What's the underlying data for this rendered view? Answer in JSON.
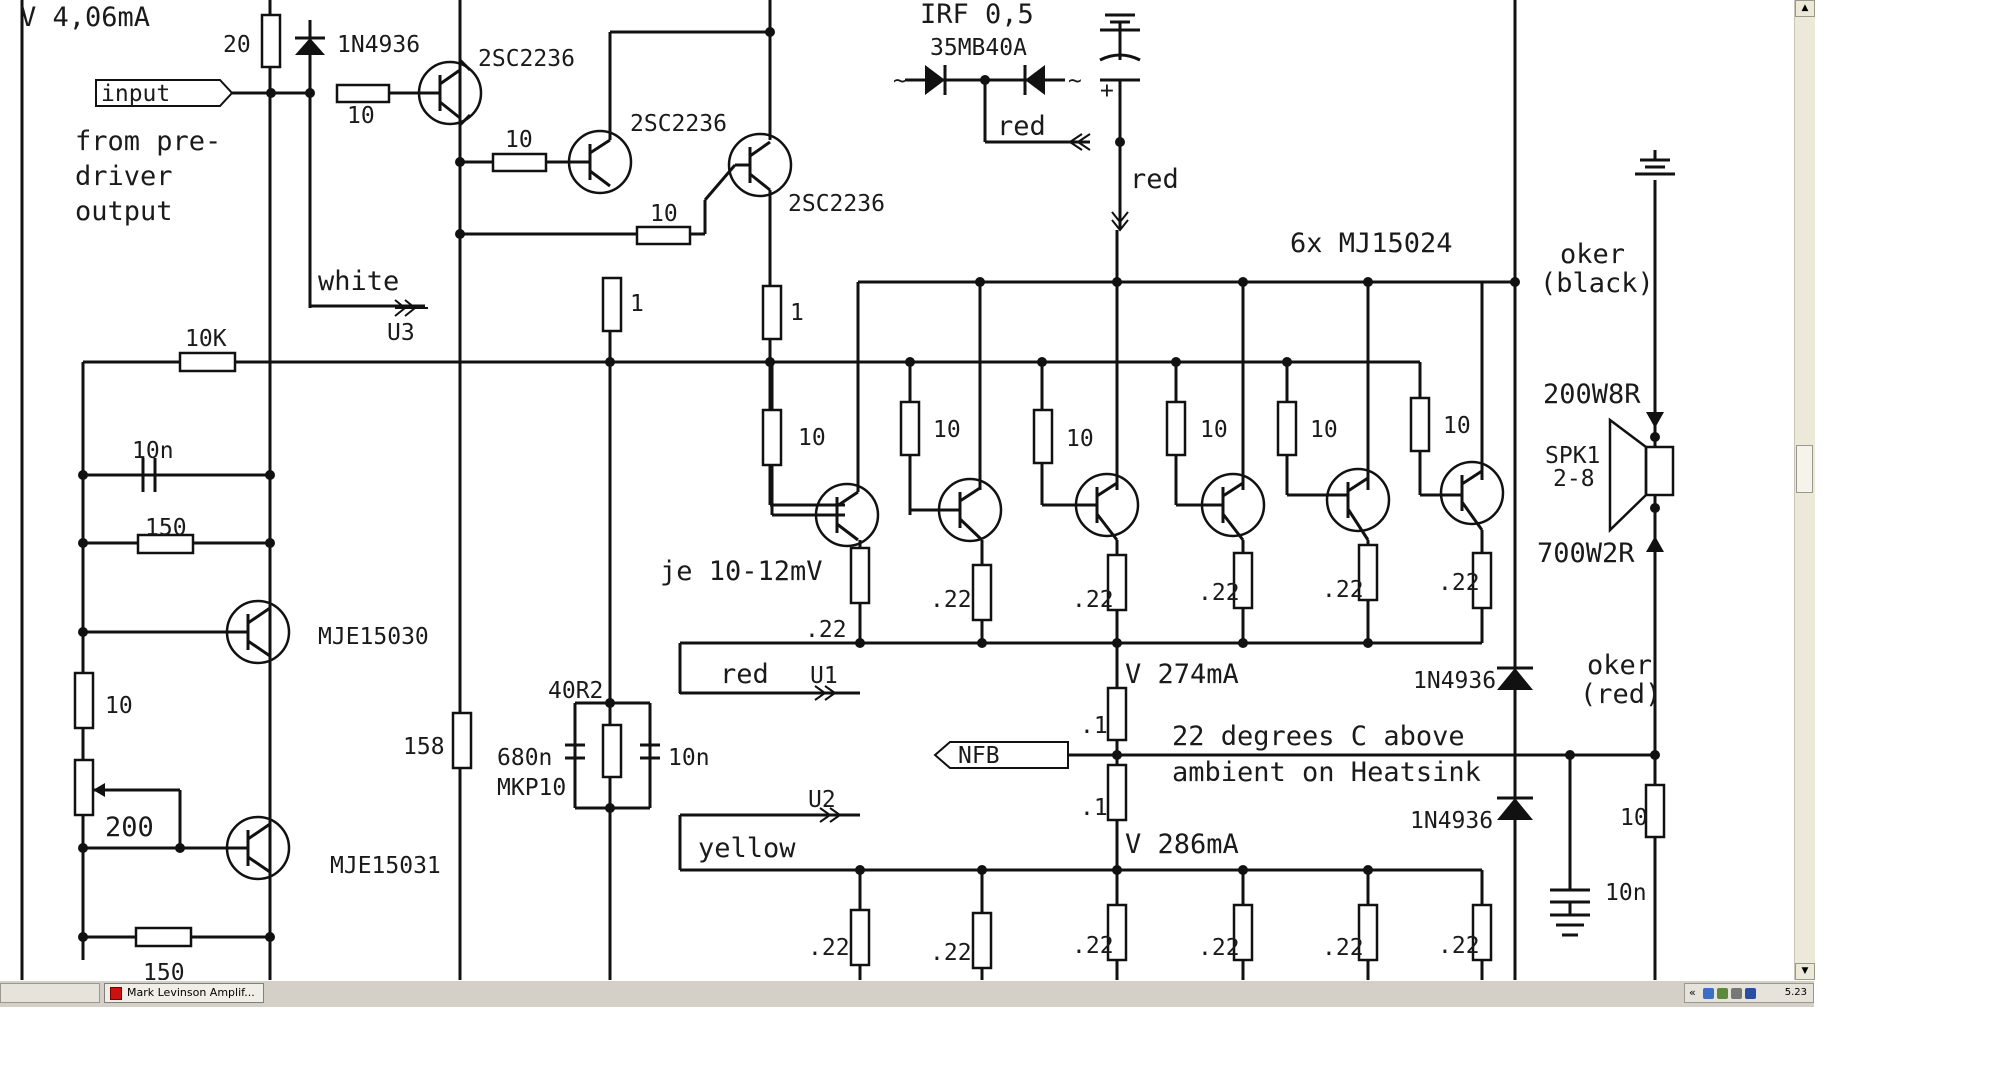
{
  "schematic": {
    "labels": {
      "top_current": "V 4,06mA",
      "r_20": "20",
      "d_1n4936_top": "1N4936",
      "input_port": "input",
      "r_10_input": "10",
      "from_line1": "from pre-",
      "from_line2": "driver",
      "from_line3": "output",
      "q1": "2SC2236",
      "q2": "2SC2236",
      "q3": "2SC2236",
      "r_10_q2": "10",
      "r_10_q3": "10",
      "white_wire": "white",
      "u3": "U3",
      "r_1_a": "1",
      "r_1_b": "1",
      "r_10k": "10K",
      "irf": "IRF 0,5",
      "bridge": "35MB40A",
      "ac_left": "~",
      "ac_right": "~",
      "cap_plus": "+",
      "red_top": "red",
      "red_mid": "red",
      "mj_count": "6x MJ15024",
      "oker_black_1": "oker",
      "oker_black_2": "(black)",
      "spk_res_top": "200W8R",
      "spk_name_1": "SPK1",
      "spk_name_2": "2-8",
      "spk_res_bot": "700W2R",
      "base_r_1": "10",
      "base_r_2": "10",
      "base_r_3": "10",
      "base_r_4": "10",
      "base_r_5": "10",
      "base_r_6": "10",
      "je_note": "je 10-12mV",
      "emit_r_1": ".22",
      "emit_r_2": ".22",
      "emit_r_3": ".22",
      "emit_r_4": ".22",
      "emit_r_5": ".22",
      "emit_r_6": ".22",
      "cap_10n_left": "10n",
      "r_150_a": "150",
      "mje15030": "MJE15030",
      "r_10_left": "10",
      "pot_200": "200",
      "mje15031": "MJE15031",
      "r_150_b": "150",
      "r_158": "158",
      "r_40r2": "40R2",
      "cap_680n_1": "680n",
      "cap_680n_2": "MKP10",
      "cap_10n_mid": "10n",
      "red_u1": "red",
      "u1": "U1",
      "cur_274": "V 274mA",
      "r_01_a": ".1",
      "r_01_b": ".1",
      "nfb": "NFB",
      "heatsink_1": "22 degrees C above",
      "heatsink_2": "ambient on Heatsink",
      "d_1n4936_a": "1N4936",
      "d_1n4936_b": "1N4936",
      "oker_red_1": "oker",
      "oker_red_2": "(red)",
      "u2": "U2",
      "yellow_u2": "yellow",
      "cur_286": "V 286mA",
      "r_10_zobel": "10",
      "cap_10n_zobel": "10n",
      "bot_r_1": ".22",
      "bot_r_2": ".22",
      "bot_r_3": ".22",
      "bot_r_4": ".22",
      "bot_r_5": ".22",
      "bot_r_6": ".22"
    }
  },
  "scrollbar": {
    "up_arrow": "▲",
    "down_arrow": "▼"
  },
  "taskbar": {
    "window_title": "Mark Levinson Amplif...",
    "tray_chevron": "«",
    "clock": "5.23"
  }
}
